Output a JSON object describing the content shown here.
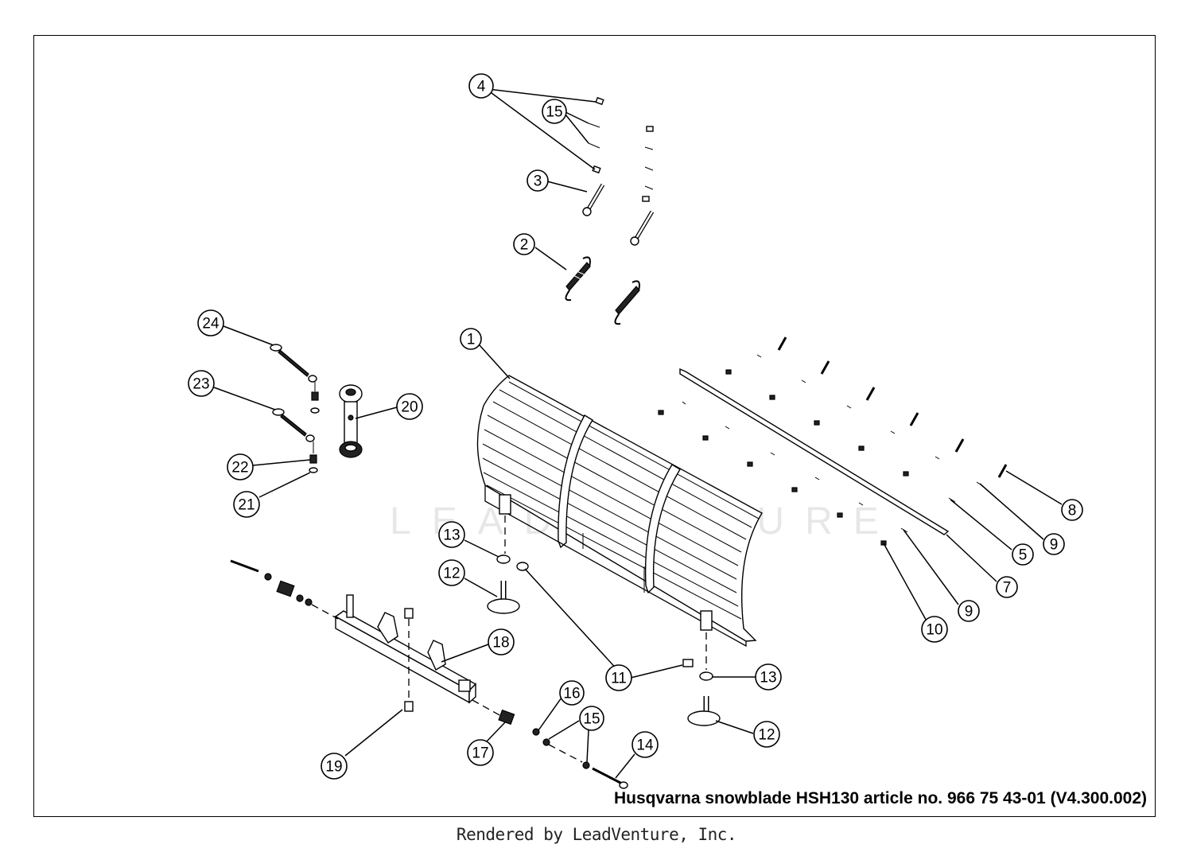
{
  "diagram": {
    "caption": "Husqvarna snowblade HSH130 article no. 966 75 43-01  (V4.300.002)",
    "watermark_text": "LEADVENTURE",
    "callouts": [
      {
        "id": "c4",
        "label": "4"
      },
      {
        "id": "c15a",
        "label": "15"
      },
      {
        "id": "c3",
        "label": "3"
      },
      {
        "id": "c2",
        "label": "2"
      },
      {
        "id": "c24",
        "label": "24"
      },
      {
        "id": "c23",
        "label": "23"
      },
      {
        "id": "c20",
        "label": "20"
      },
      {
        "id": "c22",
        "label": "22"
      },
      {
        "id": "c21",
        "label": "21"
      },
      {
        "id": "c1",
        "label": "1"
      },
      {
        "id": "c8",
        "label": "8"
      },
      {
        "id": "c9a",
        "label": "9"
      },
      {
        "id": "c5",
        "label": "5"
      },
      {
        "id": "c7",
        "label": "7"
      },
      {
        "id": "c9b",
        "label": "9"
      },
      {
        "id": "c10",
        "label": "10"
      },
      {
        "id": "c13a",
        "label": "13"
      },
      {
        "id": "c12a",
        "label": "12"
      },
      {
        "id": "c11",
        "label": "11"
      },
      {
        "id": "c18",
        "label": "18"
      },
      {
        "id": "c13b",
        "label": "13"
      },
      {
        "id": "c12b",
        "label": "12"
      },
      {
        "id": "c16",
        "label": "16"
      },
      {
        "id": "c15b",
        "label": "15"
      },
      {
        "id": "c14",
        "label": "14"
      },
      {
        "id": "c17",
        "label": "17"
      },
      {
        "id": "c19",
        "label": "19"
      }
    ]
  },
  "footer": {
    "text": "Rendered by LeadVenture, Inc."
  }
}
